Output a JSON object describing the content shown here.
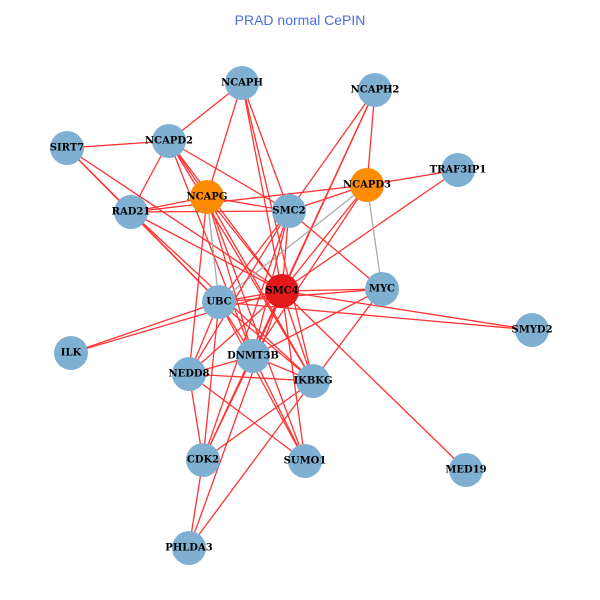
{
  "title": "PRAD normal CePIN",
  "colors": {
    "default": "#7fb0d2",
    "orange": "#ff8c00",
    "red": "#e3191c",
    "edge": "#ff3333",
    "edge_gray": "#aaaaaa"
  },
  "nodes": [
    {
      "id": "NCAPH",
      "color": "default"
    },
    {
      "id": "NCAPH2",
      "color": "default"
    },
    {
      "id": "SIRT7",
      "color": "default"
    },
    {
      "id": "NCAPD2",
      "color": "default"
    },
    {
      "id": "TRAF3IP1",
      "color": "default"
    },
    {
      "id": "NCAPG",
      "color": "orange"
    },
    {
      "id": "NCAPD3",
      "color": "orange"
    },
    {
      "id": "RAD21",
      "color": "default"
    },
    {
      "id": "SMC2",
      "color": "default"
    },
    {
      "id": "SMC4",
      "color": "red"
    },
    {
      "id": "UBC",
      "color": "default"
    },
    {
      "id": "MYC",
      "color": "default"
    },
    {
      "id": "SMYD2",
      "color": "default"
    },
    {
      "id": "ILK",
      "color": "default"
    },
    {
      "id": "NEDD8",
      "color": "default"
    },
    {
      "id": "DNMT3B",
      "color": "default"
    },
    {
      "id": "IKBKG",
      "color": "default"
    },
    {
      "id": "CDK2",
      "color": "default"
    },
    {
      "id": "SUMO1",
      "color": "default"
    },
    {
      "id": "MED19",
      "color": "default"
    },
    {
      "id": "PHLDA3",
      "color": "default"
    }
  ],
  "edges": [
    [
      "SIRT7",
      "NCAPD2"
    ],
    [
      "SIRT7",
      "RAD21"
    ],
    [
      "SIRT7",
      "SMC4"
    ],
    [
      "SIRT7",
      "UBC"
    ],
    [
      "NCAPD2",
      "NCAPH"
    ],
    [
      "NCAPD2",
      "RAD21"
    ],
    [
      "NCAPD2",
      "NCAPG"
    ],
    [
      "NCAPD2",
      "SMC2"
    ],
    [
      "NCAPD2",
      "SMC4"
    ],
    [
      "NCAPD2",
      "DNMT3B"
    ],
    [
      "NCAPD2",
      "IKBKG"
    ],
    [
      "NCAPH",
      "NCAPG"
    ],
    [
      "NCAPH",
      "SMC2"
    ],
    [
      "NCAPH",
      "SMC4"
    ],
    [
      "NCAPH",
      "IKBKG"
    ],
    [
      "NCAPH2",
      "SMC2"
    ],
    [
      "NCAPH2",
      "NCAPD3"
    ],
    [
      "NCAPH2",
      "SMC4"
    ],
    [
      "NCAPH2",
      "DNMT3B"
    ],
    [
      "TRAF3IP1",
      "NCAPD3"
    ],
    [
      "TRAF3IP1",
      "SMC4"
    ],
    [
      "NCAPG",
      "RAD21"
    ],
    [
      "NCAPG",
      "SMC2"
    ],
    [
      "NCAPG",
      "UBC",
      "gray"
    ],
    [
      "NCAPG",
      "SMC4"
    ],
    [
      "NCAPG",
      "DNMT3B"
    ],
    [
      "NCAPG",
      "NEDD8"
    ],
    [
      "NCAPG",
      "IKBKG"
    ],
    [
      "NCAPG",
      "SUMO1"
    ],
    [
      "NCAPD3",
      "SMC2"
    ],
    [
      "NCAPD3",
      "SMC4"
    ],
    [
      "NCAPD3",
      "UBC",
      "gray"
    ],
    [
      "NCAPD3",
      "MYC",
      "gray"
    ],
    [
      "NCAPD3",
      "RAD21"
    ],
    [
      "NCAPD3",
      "DNMT3B"
    ],
    [
      "RAD21",
      "SMC2"
    ],
    [
      "RAD21",
      "SMC4"
    ],
    [
      "RAD21",
      "UBC"
    ],
    [
      "RAD21",
      "IKBKG"
    ],
    [
      "SMC2",
      "SMC4"
    ],
    [
      "SMC2",
      "UBC"
    ],
    [
      "SMC2",
      "MYC"
    ],
    [
      "SMC2",
      "DNMT3B"
    ],
    [
      "SMC2",
      "NEDD8"
    ],
    [
      "SMC2",
      "CDK2"
    ],
    [
      "SMC4",
      "UBC"
    ],
    [
      "SMC4",
      "MYC"
    ],
    [
      "SMC4",
      "SMYD2"
    ],
    [
      "SMC4",
      "MED19"
    ],
    [
      "SMC4",
      "ILK"
    ],
    [
      "SMC4",
      "NEDD8"
    ],
    [
      "SMC4",
      "DNMT3B"
    ],
    [
      "SMC4",
      "IKBKG"
    ],
    [
      "SMC4",
      "CDK2"
    ],
    [
      "SMC4",
      "SUMO1"
    ],
    [
      "SMC4",
      "PHLDA3"
    ],
    [
      "UBC",
      "ILK"
    ],
    [
      "UBC",
      "MYC"
    ],
    [
      "UBC",
      "SMYD2"
    ],
    [
      "UBC",
      "NEDD8"
    ],
    [
      "UBC",
      "DNMT3B"
    ],
    [
      "UBC",
      "IKBKG"
    ],
    [
      "UBC",
      "CDK2"
    ],
    [
      "UBC",
      "SUMO1"
    ],
    [
      "MYC",
      "IKBKG"
    ],
    [
      "MYC",
      "DNMT3B"
    ],
    [
      "DNMT3B",
      "IKBKG"
    ],
    [
      "DNMT3B",
      "NEDD8"
    ],
    [
      "DNMT3B",
      "SUMO1"
    ],
    [
      "DNMT3B",
      "CDK2"
    ],
    [
      "IKBKG",
      "CDK2"
    ],
    [
      "IKBKG",
      "NEDD8"
    ],
    [
      "IKBKG",
      "PHLDA3"
    ],
    [
      "NEDD8",
      "CDK2"
    ],
    [
      "NEDD8",
      "SUMO1"
    ],
    [
      "CDK2",
      "PHLDA3"
    ]
  ]
}
